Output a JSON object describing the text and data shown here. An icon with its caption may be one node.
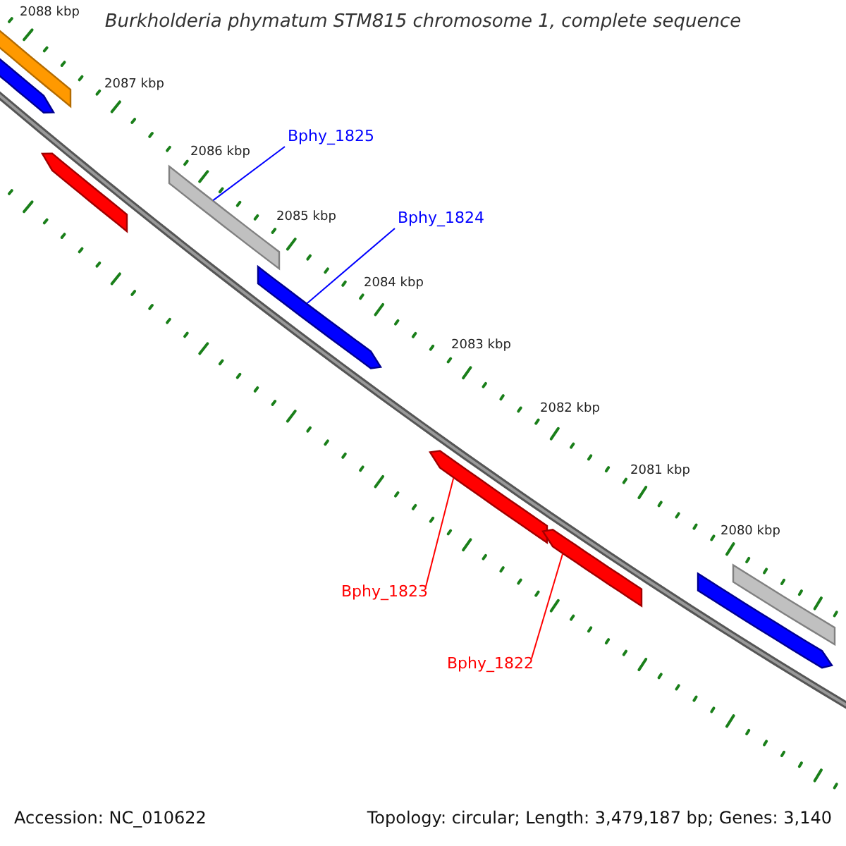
{
  "diagram": {
    "title": "Burkholderia phymatum STM815 chromosome 1, complete sequence",
    "nodes": [
      {
        "text": [
          "Bphy_1825"
        ]
      },
      {
        "text": [
          "Bphy_1824"
        ]
      },
      {
        "text": [
          "Bphy_1823"
        ]
      },
      {
        "text": [
          "Bphy_1822"
        ]
      },
      {
        "text": [],
        "shape": "bar"
      },
      {
        "text": [],
        "shape": "bar"
      },
      {
        "text": [],
        "shape": "bar"
      },
      {
        "text": [],
        "shape": "bar"
      },
      {
        "text": [],
        "shape": "bar"
      },
      {
        "text": [],
        "shape": "bar"
      },
      {
        "text": [],
        "shape": "bar"
      },
      {
        "text": [],
        "shape": "bar"
      },
      {
        "text": [],
        "shape": "bar"
      }
    ],
    "edges": [
      {
        "from": 0,
        "to": 7,
        "arrow": "none",
        "color": "#0000ff"
      },
      {
        "from": 1,
        "to": 8,
        "arrow": "none",
        "color": "#0000ff"
      },
      {
        "from": 2,
        "to": 9,
        "arrow": "none",
        "color": "#ff0000"
      },
      {
        "from": 3,
        "to": 10,
        "arrow": "none",
        "color": "#ff0000"
      }
    ],
    "labels": [
      "2088 kbp",
      "2087 kbp",
      "2086 kbp",
      "2085 kbp",
      "2084 kbp",
      "2083 kbp",
      "2082 kbp",
      "2081 kbp",
      "2080 kbp",
      "Accession: NC_010622",
      "Topology: circular; Length: 3,479,187 bp; Genes: 3,140"
    ]
  }
}
